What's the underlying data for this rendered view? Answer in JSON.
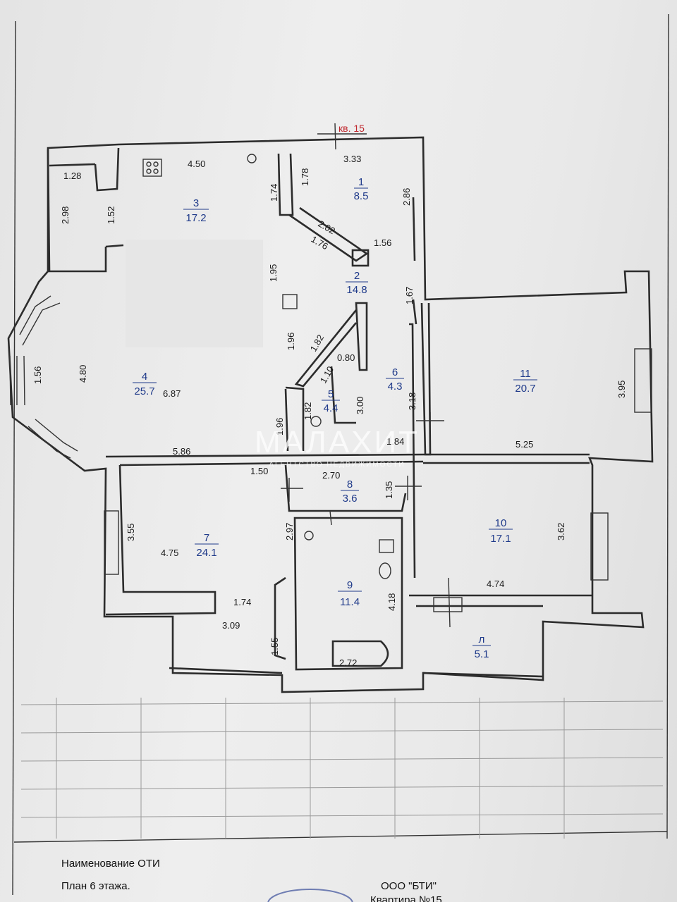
{
  "apartment_label": "кв. 15",
  "rooms": [
    {
      "id": "1",
      "number": "1",
      "area": "8.5"
    },
    {
      "id": "2",
      "number": "2",
      "area": "14.8"
    },
    {
      "id": "3",
      "number": "3",
      "area": "17.2"
    },
    {
      "id": "4",
      "number": "4",
      "area": "25.7"
    },
    {
      "id": "5",
      "number": "5",
      "area": "4.4"
    },
    {
      "id": "6",
      "number": "6",
      "area": "4.3"
    },
    {
      "id": "7",
      "number": "7",
      "area": "24.1"
    },
    {
      "id": "8",
      "number": "8",
      "area": "3.6"
    },
    {
      "id": "9",
      "number": "9",
      "area": "11.4"
    },
    {
      "id": "10",
      "number": "10",
      "area": "17.1"
    },
    {
      "id": "11",
      "number": "11",
      "area": "20.7"
    },
    {
      "id": "l",
      "number": "л",
      "area": "5.1"
    }
  ],
  "dimensions": {
    "d_333": "3.33",
    "d_128": "1.28",
    "d_450": "4.50",
    "d_174a": "1.74",
    "d_178": "1.78",
    "d_286": "2.86",
    "d_298": "2.98",
    "d_152": "1.52",
    "d_202": "2.02",
    "d_176": "1.76",
    "d_156a": "1.56",
    "d_195": "1.95",
    "d_167": "1.67",
    "d_480": "4.80",
    "d_156b": "1.56",
    "d_687": "6.87",
    "d_196a": "1.96",
    "d_182a": "1.82",
    "d_080": "0.80",
    "d_110": "1.10",
    "d_182b": "1.82",
    "d_300": "3.00",
    "d_318": "3.18",
    "d_395": "3.95",
    "d_196b": "1.96",
    "d_184": "1.84",
    "d_586": "5.86",
    "d_525": "5.25",
    "d_150": "1.50",
    "d_270": "2.70",
    "d_135": "1.35",
    "d_355": "3.55",
    "d_297": "2.97",
    "d_362": "3.62",
    "d_475": "4.75",
    "d_418": "4.18",
    "d_474": "4.74",
    "d_174b": "1.74",
    "d_309": "3.09",
    "d_155": "1.55",
    "d_272": "2.72"
  },
  "watermark": {
    "brand": "МАЛАХИТ",
    "tagline": "АГЕНТСТВО НЕДВИЖИМОСТИ"
  },
  "footer": {
    "name_label": "Наименование ОТИ",
    "plan_label": "План 6 этажа.",
    "org": "ООО \"БТИ\"",
    "apartment": "Квартира №15"
  },
  "colors": {
    "room_label": "#1f3a8a",
    "apartment_label": "#c0272d",
    "wall": "#2c2c2c"
  }
}
